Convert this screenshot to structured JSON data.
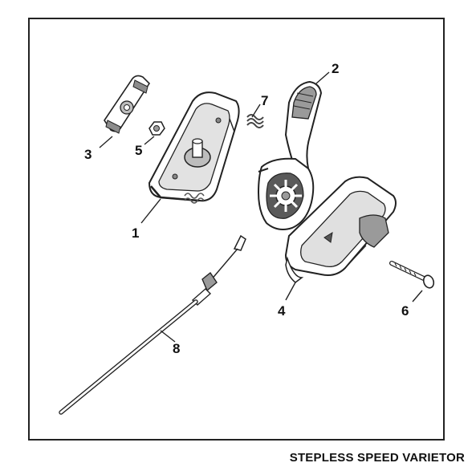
{
  "caption": "STEPLESS SPEED VARIETOR",
  "parts": [
    {
      "number": "1",
      "part": "housing-left"
    },
    {
      "number": "2",
      "part": "control-lever"
    },
    {
      "number": "3",
      "part": "cover-plate"
    },
    {
      "number": "4",
      "part": "housing-right"
    },
    {
      "number": "5",
      "part": "nut"
    },
    {
      "number": "6",
      "part": "screw"
    },
    {
      "number": "7",
      "part": "spring"
    },
    {
      "number": "8",
      "part": "cable"
    }
  ],
  "colors": {
    "line": "#222222",
    "shade": "#9a9a9a",
    "light": "#d4d4d4"
  }
}
